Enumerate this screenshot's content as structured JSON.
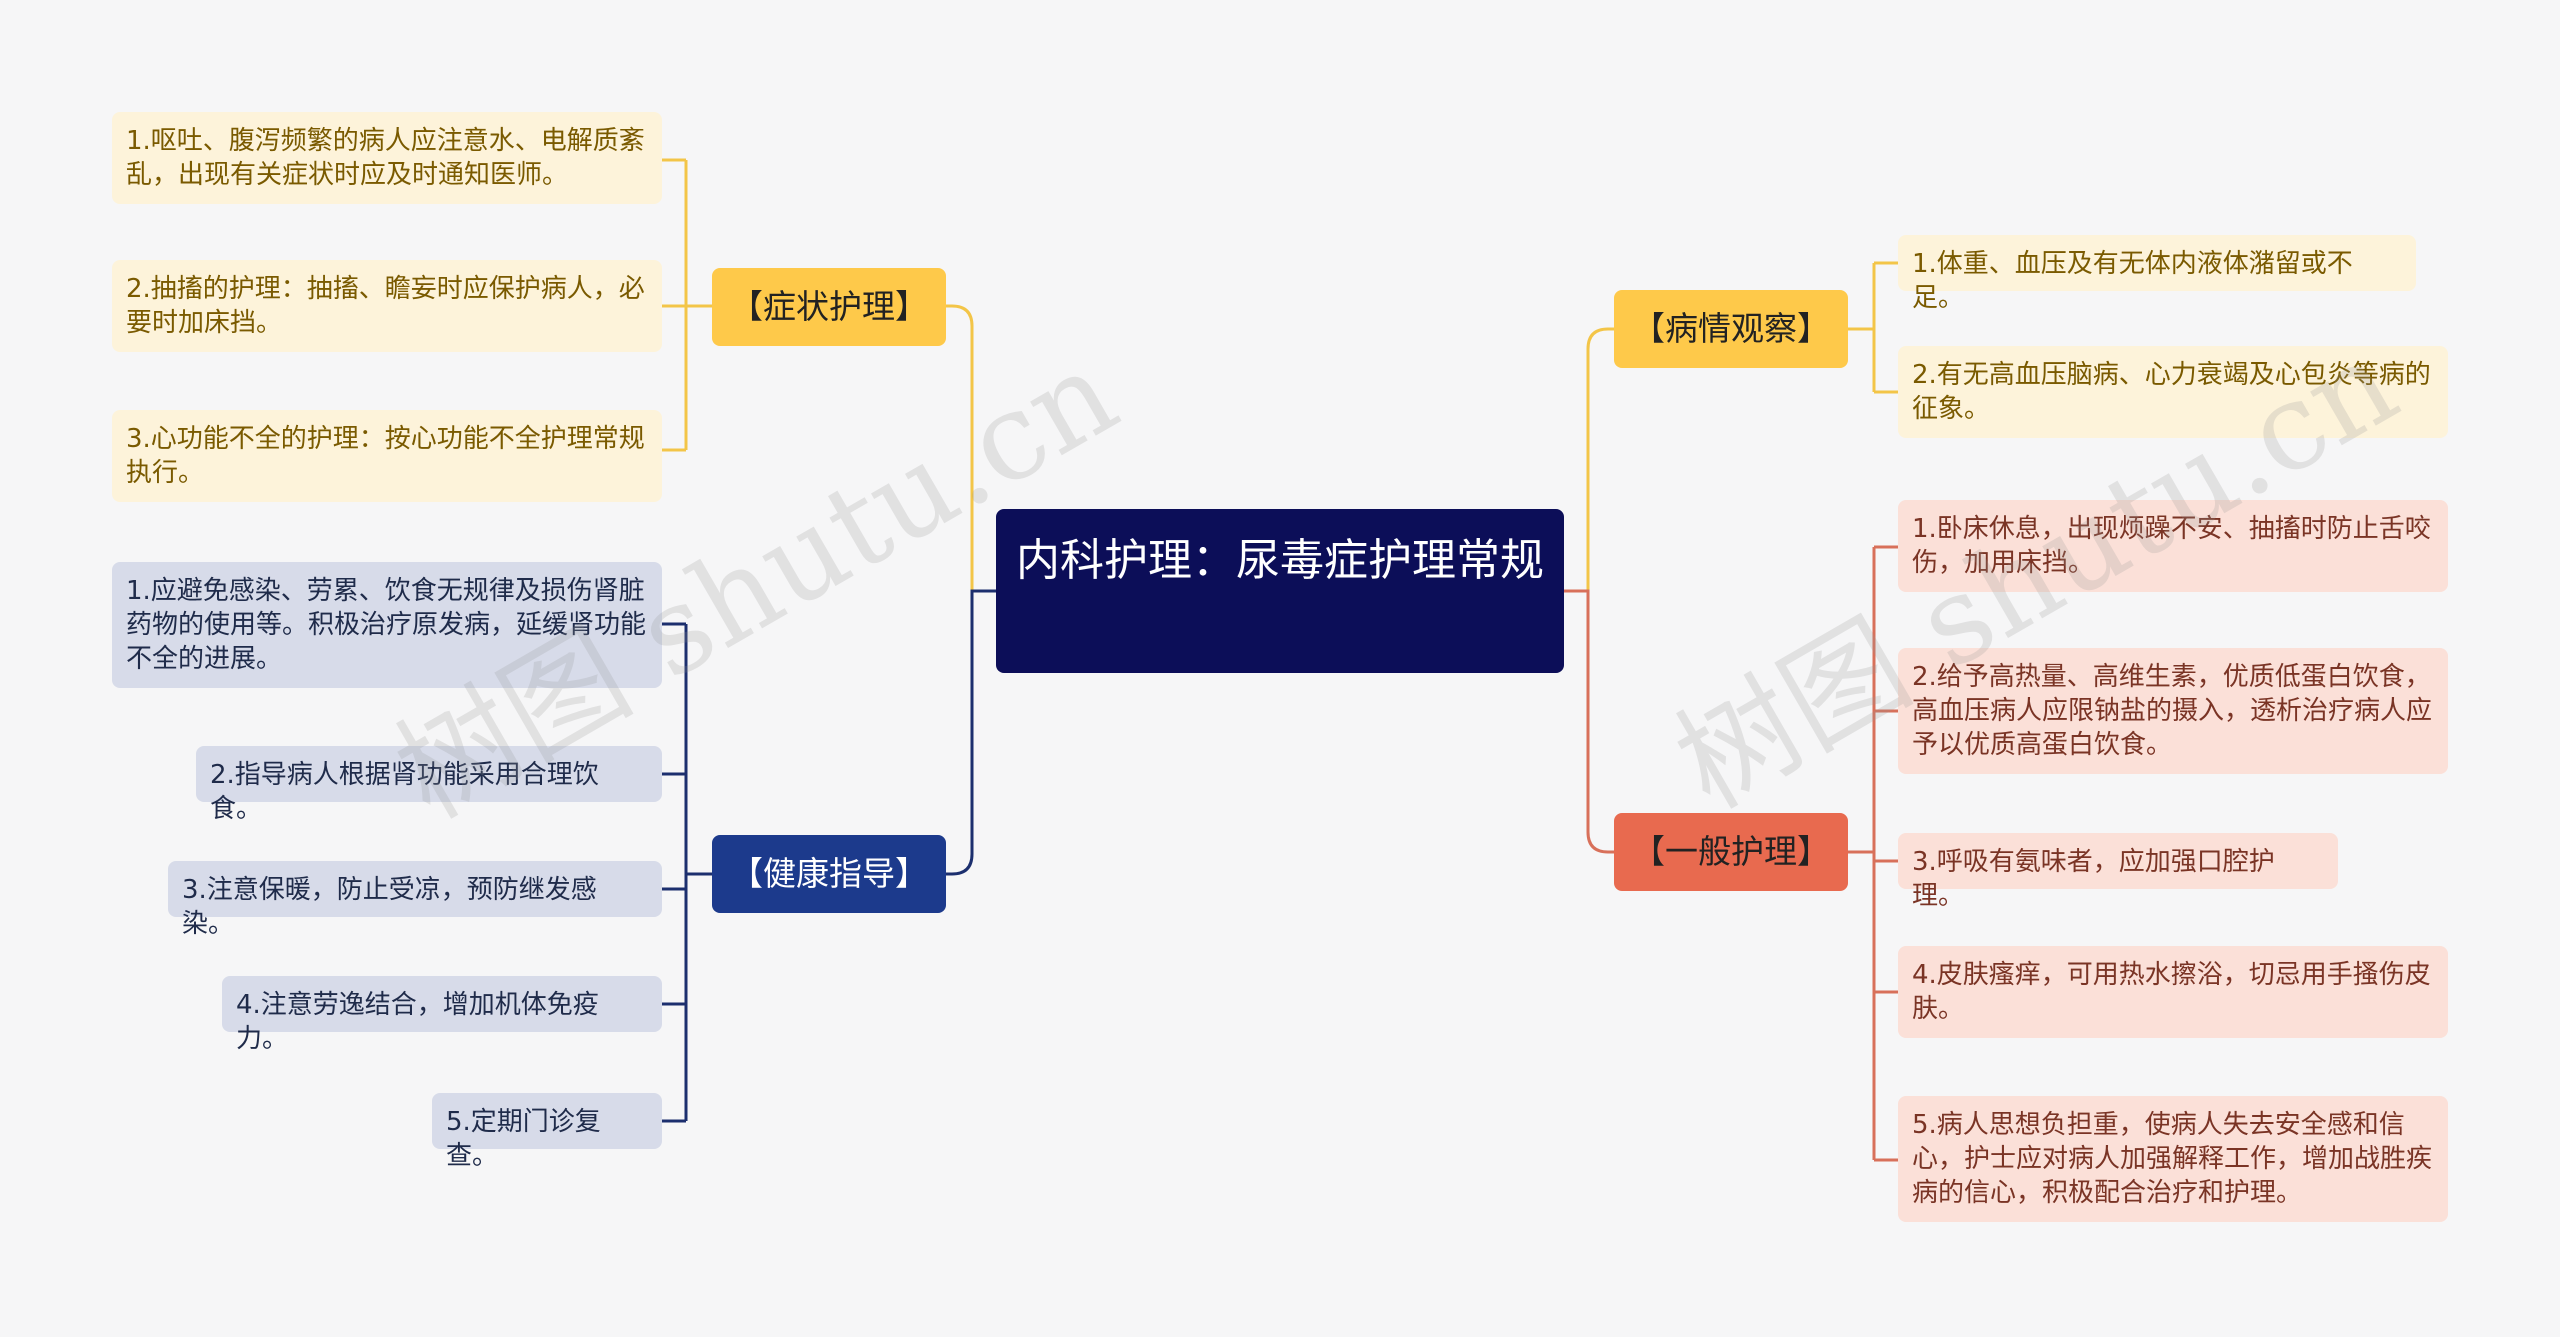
{
  "title": "内科护理：尿毒症护理常规",
  "branches": [
    {
      "label": "【症状护理】",
      "items": [
        "1.呕吐、腹泻频繁的病人应注意水、电解质紊乱，出现有关症状时应及时通知医师。",
        "2.抽搐的护理：抽搐、瞻妄时应保护病人，必要时加床挡。",
        "3.心功能不全的护理：按心功能不全护理常规执行。"
      ]
    },
    {
      "label": "【健康指导】",
      "items": [
        "1.应避免感染、劳累、饮食无规律及损伤肾脏药物的使用等。积极治疗原发病，延缓肾功能不全的进展。",
        "2.指导病人根据肾功能采用合理饮食。",
        "3.注意保暖，防止受凉，预防继发感染。",
        "4.注意劳逸结合，增加机体免疫力。",
        "5.定期门诊复查。"
      ]
    },
    {
      "label": "【病情观察】",
      "items": [
        "1.体重、血压及有无体内液体潴留或不足。",
        "2.有无高血压脑病、心力衰竭及心包炎等病的征象。"
      ]
    },
    {
      "label": "【一般护理】",
      "items": [
        "1.卧床休息，出现烦躁不安、抽搐时防止舌咬伤，加用床挡。",
        "2.给予高热量、高维生素，优质低蛋白饮食，高血压病人应限钠盐的摄入，透析治疗病人应予以优质高蛋白饮食。",
        "3.呼吸有氨味者，应加强口腔护理。",
        "4.皮肤瘙痒，可用热水擦浴，切忌用手搔伤皮肤。",
        "5.病人思想负担重，使病人失去安全感和信心，护士应对病人加强解释工作，增加战胜疾病的信心，积极配合治疗和护理。"
      ]
    }
  ],
  "watermark": "树图 shutu.cn",
  "colors": {
    "root": "#0c0e58",
    "yellow_branch": "#fec94a",
    "yellow_line": "#f3c548",
    "navy_branch": "#1c3a8c",
    "navy_line": "#1c2f6e",
    "red_branch": "#e86a4f",
    "red_line": "#d8705a"
  }
}
